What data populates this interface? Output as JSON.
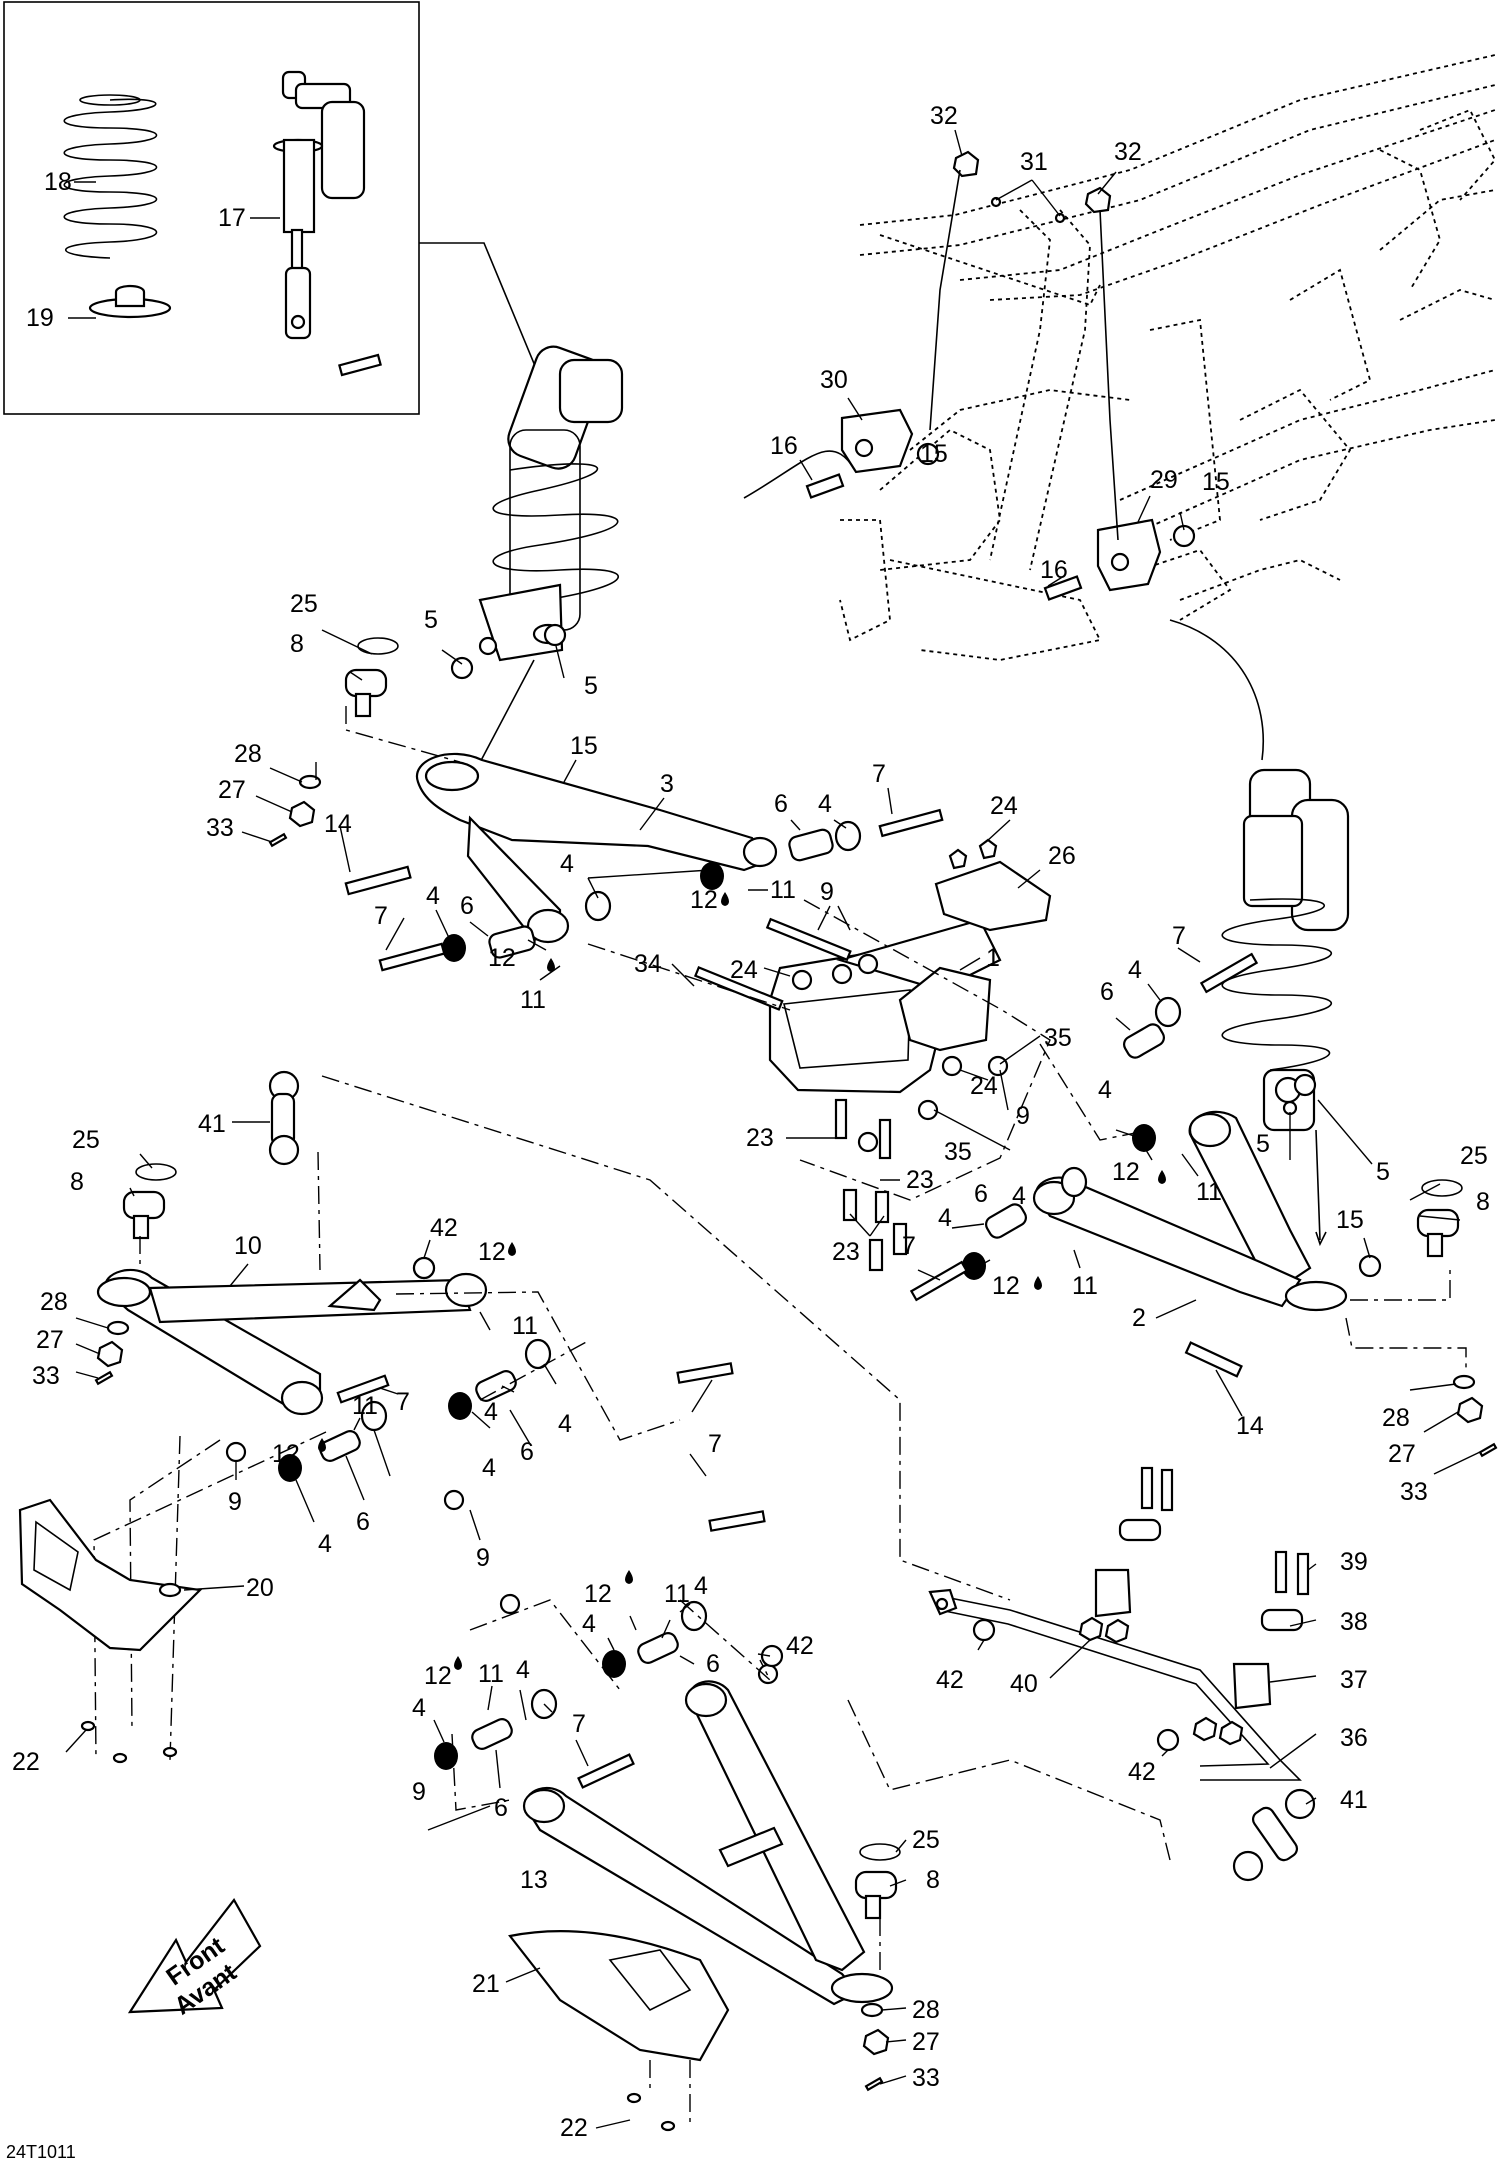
{
  "drawing_code": "24T1011",
  "direction_arrow": {
    "line1": "Front",
    "line2": "Avant"
  },
  "callouts": {
    "c18": "18",
    "c17": "17",
    "c19": "19",
    "c32a": "32",
    "c31": "31",
    "c32b": "32",
    "c30": "30",
    "c16a": "16",
    "c15a": "15",
    "c29": "29",
    "c15b": "15",
    "c16b": "16",
    "c25a": "25",
    "c8a": "8",
    "c5a": "5",
    "c5b": "5",
    "c28a": "28",
    "c27a": "27",
    "c33a": "33",
    "c14a": "14",
    "c15c": "15",
    "c3": "3",
    "c6a": "6",
    "c4a": "4",
    "c7a": "7",
    "c24a": "24",
    "c26": "26",
    "c4b": "4",
    "c12a": "12",
    "c11a": "11",
    "c7b": "7",
    "c4c": "4",
    "c6b": "6",
    "c12b": "12",
    "c11b": "11",
    "c9a": "9",
    "c34": "34",
    "c24b": "24",
    "c1": "1",
    "c7c": "7",
    "c4d": "4",
    "c6c": "6",
    "c35a": "35",
    "c24c": "24",
    "c9b": "9",
    "c35b": "35",
    "c23a": "23",
    "c23b": "23",
    "c23c": "23",
    "c4e": "4",
    "c12c": "12",
    "c11c": "11",
    "c5c": "5",
    "c5d": "5",
    "c25b": "25",
    "c8b": "8",
    "c4f": "4",
    "c6d": "6",
    "c4g": "4",
    "c7d": "7",
    "c12d": "12",
    "c11d": "11",
    "c15d": "15",
    "c2": "2",
    "c14b": "14",
    "c28b": "28",
    "c27b": "27",
    "c33b": "33",
    "c41a": "41",
    "c25c": "25",
    "c8c": "8",
    "c10": "10",
    "c42a": "42",
    "c12e": "12",
    "c11e": "11",
    "c28c": "28",
    "c27c": "27",
    "c33c": "33",
    "c7e": "7",
    "c4h": "4",
    "c4i": "4",
    "c6e": "6",
    "c11f": "11",
    "c12f": "12",
    "c9c": "9",
    "c4j": "4",
    "c6f": "6",
    "c4k": "4",
    "c7f": "7",
    "c20": "20",
    "c9d": "9",
    "c12g": "12",
    "c11g": "11",
    "c4l": "4",
    "c4m": "4",
    "c6g": "6",
    "c12h": "12",
    "c11h": "11",
    "c4n": "4",
    "c4o": "4",
    "c7g": "7",
    "c6h": "6",
    "c42b": "42",
    "c9e": "9",
    "c39": "39",
    "c38": "38",
    "c37": "37",
    "c36": "36",
    "c41b": "41",
    "c42c": "42",
    "c40": "40",
    "c42d": "42",
    "c22a": "22",
    "c13": "13",
    "c25d": "25",
    "c8d": "8",
    "c28d": "28",
    "c27d": "27",
    "c33d": "33",
    "c21": "21",
    "c22b": "22"
  }
}
